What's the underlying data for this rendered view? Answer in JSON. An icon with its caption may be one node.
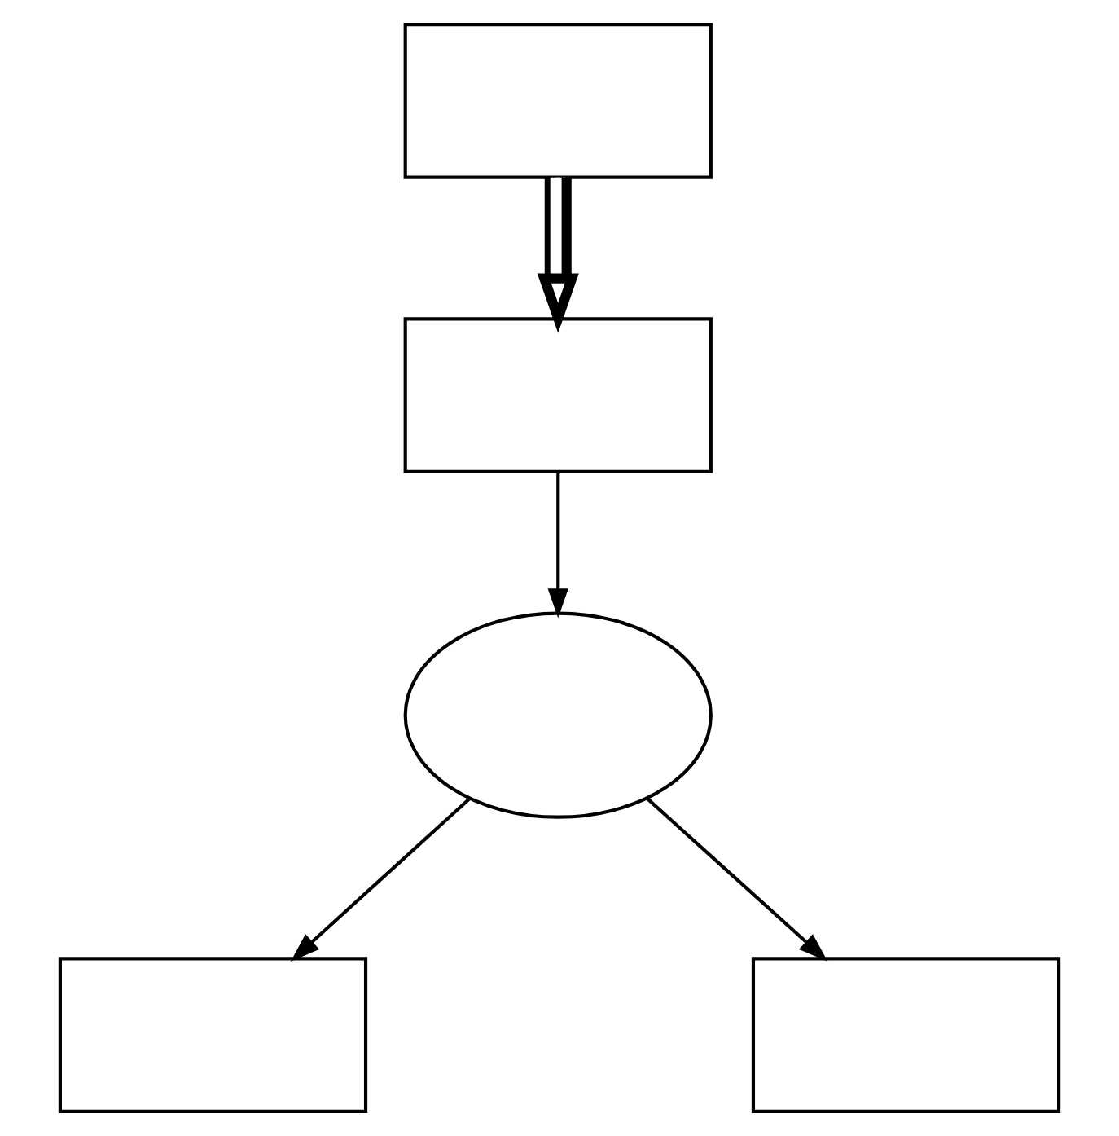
{
  "diagram": {
    "nodes": [
      {
        "text": [],
        "shape": "box"
      },
      {
        "text": [],
        "shape": "box"
      },
      {
        "text": [],
        "shape": "ellipse"
      },
      {
        "text": [],
        "shape": "box"
      },
      {
        "text": [],
        "shape": "box"
      }
    ],
    "edges": [
      {
        "from": 0,
        "to": 1,
        "arrow": "to",
        "style": "thick"
      },
      {
        "from": 1,
        "to": 2,
        "arrow": "to"
      },
      {
        "from": 2,
        "to": 3,
        "arrow": "to"
      },
      {
        "from": 2,
        "to": 4,
        "arrow": "to"
      }
    ]
  }
}
